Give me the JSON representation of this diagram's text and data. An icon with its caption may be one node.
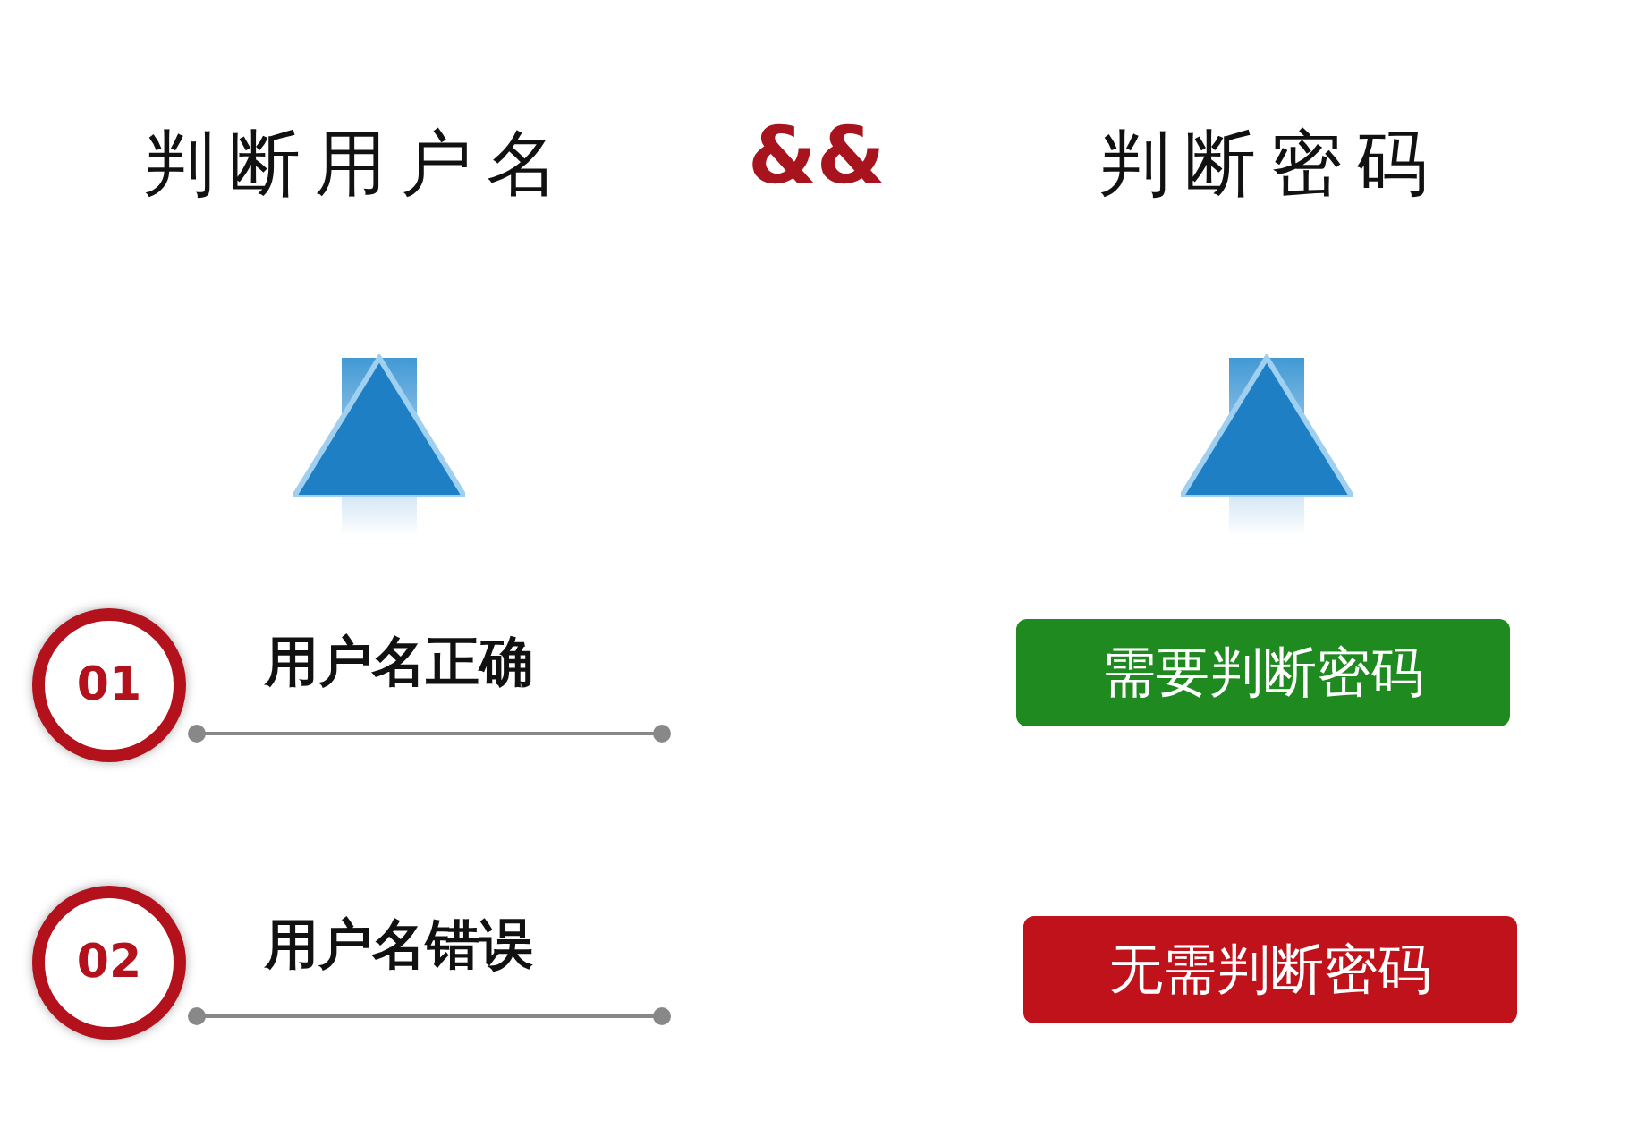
{
  "diagram": {
    "nodes": [
      {
        "text": [
          "判断用户名"
        ]
      },
      {
        "text": [
          "判断密码"
        ]
      },
      {
        "text": [
          "01"
        ],
        "beside": [
          "用户名正确"
        ]
      },
      {
        "text": [
          "需要判断密码"
        ]
      },
      {
        "text": [
          "02"
        ],
        "beside": [
          "用户名错误"
        ]
      },
      {
        "text": [
          "无需判断密码"
        ]
      }
    ],
    "edges": [
      {
        "from": null,
        "to": 0,
        "arrow": "to"
      },
      {
        "from": null,
        "to": 1,
        "arrow": "to"
      }
    ],
    "labels": [
      "&&"
    ]
  }
}
